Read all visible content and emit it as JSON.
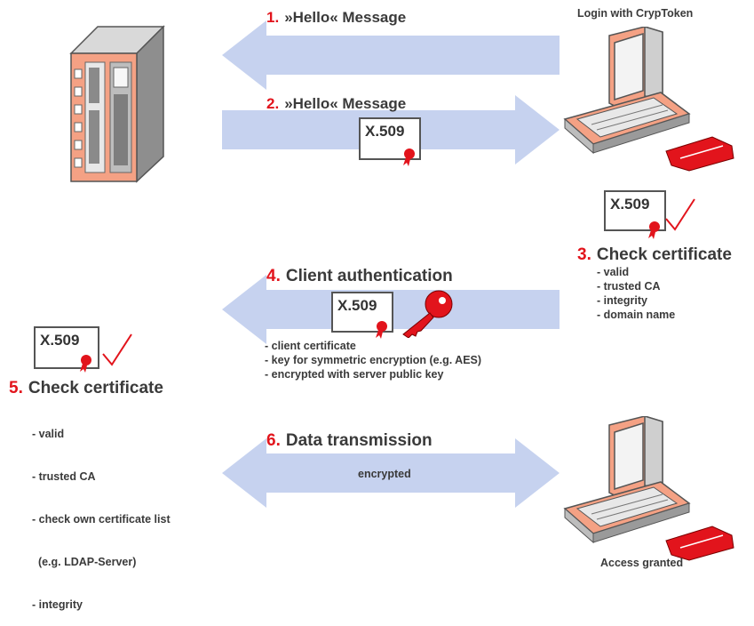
{
  "diagram": {
    "steps": [
      {
        "num": "1.",
        "label": "»Hello« Message"
      },
      {
        "num": "2.",
        "label": "»Hello« Message"
      },
      {
        "num": "3.",
        "label": "Check certificate",
        "items": [
          "- valid",
          "- trusted CA",
          "- integrity",
          "- domain name"
        ]
      },
      {
        "num": "4.",
        "label": "Client authentication",
        "items": [
          "- client certificate",
          "- key for symmetric encryption (e.g. AES)",
          "- encrypted with server public key"
        ]
      },
      {
        "num": "5.",
        "label": "Check certificate",
        "items": [
          "- valid",
          "- trusted CA",
          "- check own certificate list",
          "  (e.g. LDAP-Server)",
          "- integrity"
        ]
      },
      {
        "num": "6.",
        "label": "Data transmission",
        "note": "encrypted"
      }
    ],
    "cert_label": "X.509",
    "client_top_caption": "Login with CrypToken",
    "client_bottom_caption": "Access granted"
  },
  "colors": {
    "accent_red": "#e2141c",
    "arrow_blue": "#c6d2ef",
    "server_salmon": "#f4a184",
    "server_grey": "#9a9a9a"
  }
}
